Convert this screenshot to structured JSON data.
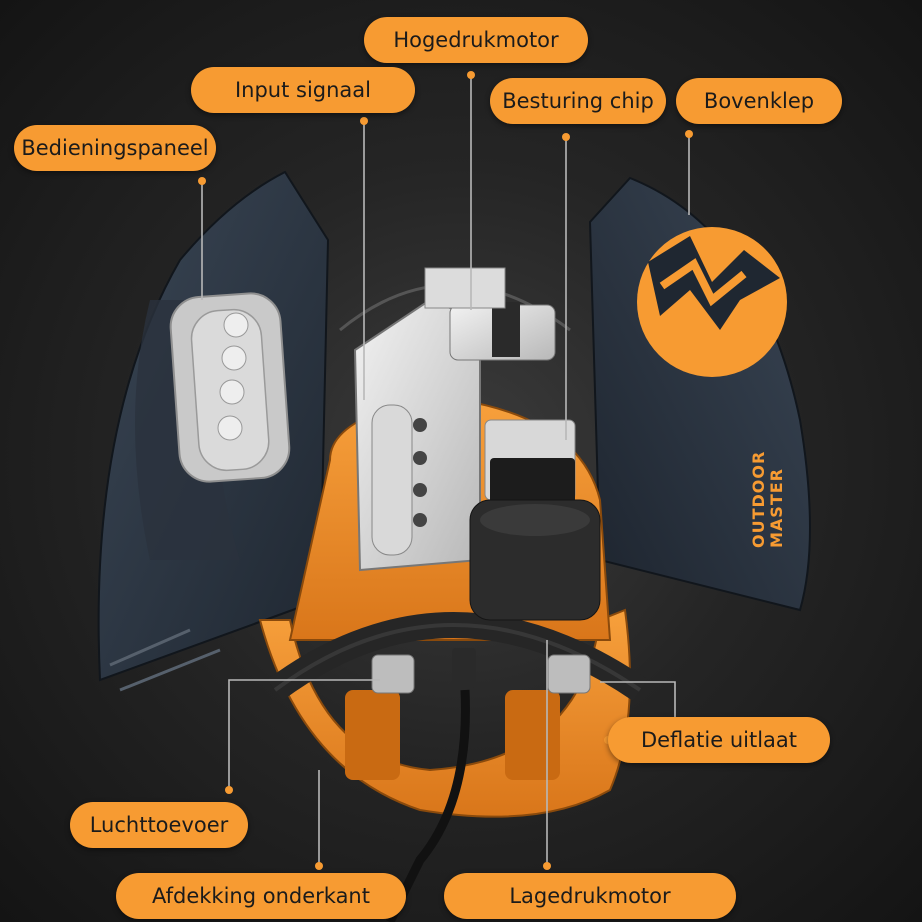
{
  "diagram": {
    "labels": {
      "hogedrukmotor": "Hogedrukmotor",
      "input_signaal": "Input signaal",
      "besturing_chip": "Besturing chip",
      "bovenklep": "Bovenklep",
      "bedieningspaneel": "Bedieningspaneel",
      "deflatie_uitlaat": "Deflatie uitlaat",
      "luchttoevoer": "Luchttoevoer",
      "afdekking_onderkant": "Afdekking onderkant",
      "lagedrukmotor": "Lagedrukmotor"
    },
    "brand": {
      "line1": "OUTDOOR",
      "line2": "MASTER"
    }
  },
  "colors": {
    "accent": "#f79b32",
    "shell": "#2e3846",
    "housing": "#f28a1e",
    "label_text": "#1b1b1b"
  }
}
